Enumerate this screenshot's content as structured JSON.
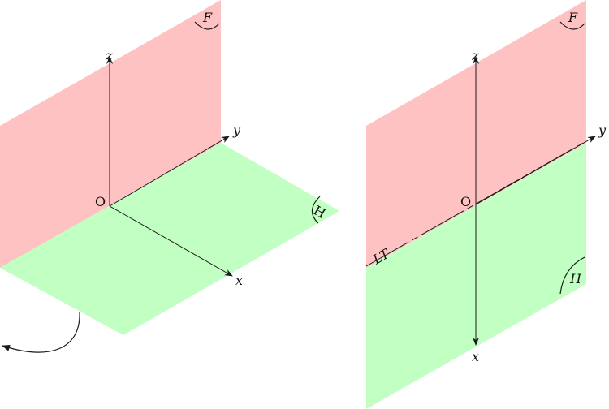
{
  "colors": {
    "frontal_plane": "#ffc2c2",
    "horizontal_plane": "#c2ffc2",
    "line": "#1a1a1a",
    "background": "#ffffff"
  },
  "left_figure": {
    "plane_labels": {
      "frontal": "F",
      "horizontal": "H"
    },
    "axis_labels": {
      "z": "z",
      "y": "y",
      "x": "x"
    },
    "origin_label": "O",
    "rotation_arrow": "rotation-arrow-icon"
  },
  "right_figure": {
    "plane_labels": {
      "frontal": "F",
      "horizontal": "H"
    },
    "axis_labels": {
      "z": "z",
      "y": "y",
      "x": "x"
    },
    "origin_label": "O",
    "ground_line_label": "LT"
  }
}
